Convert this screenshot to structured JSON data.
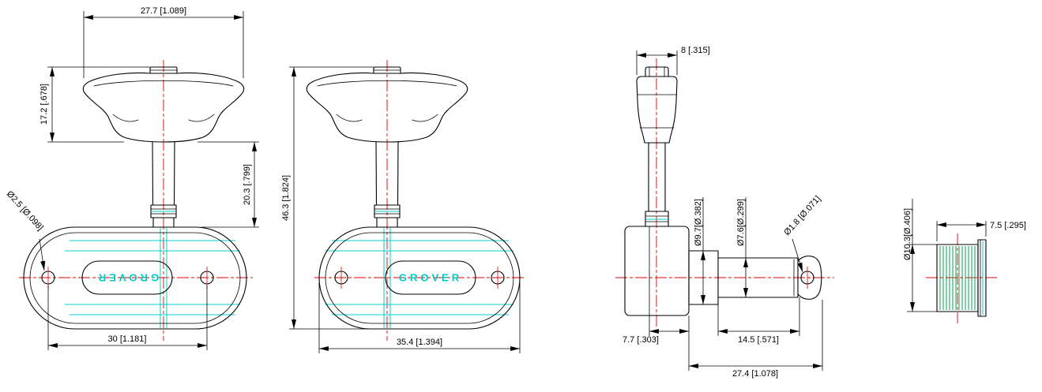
{
  "drawing_type": "tuning-machine-technical-drawing",
  "brand_label": "GROVER",
  "views": {
    "front_a": {
      "brand": "GROVER",
      "dims": {
        "top_width": "27.7 [1.089]",
        "button_height": "17.2 [.678]",
        "stem_length": "20.3 [.799]",
        "screw_spacing": "30 [1.181]",
        "screw_hole_dia": "Ø2.5 [Ø.098]"
      }
    },
    "front_b": {
      "brand": "GROVER",
      "dims": {
        "overall_height": "46.3 [1.824]",
        "plate_width": "35.4 [1.394]"
      }
    },
    "side": {
      "dims": {
        "button_thickness": "8 [.315]",
        "boss_dia": "Ø9.7[Ø.382]",
        "post_dia": "Ø7.6[Ø.299]",
        "string_hole_dia": "Ø1.8 [Ø.071]",
        "housing_depth": "7.7 [.303]",
        "post_length": "14.5 [.571]",
        "overall_depth": "27.4 [1.078]"
      }
    },
    "bushing": {
      "dims": {
        "outer_dia": "Ø10.3[Ø.406]",
        "length": "7.5 [.295]"
      }
    }
  },
  "colors": {
    "outline": "#000000",
    "centerline": "#e10000",
    "feature_line": "#00cccc",
    "knurl_line": "#00a550",
    "background": "#ffffff"
  }
}
